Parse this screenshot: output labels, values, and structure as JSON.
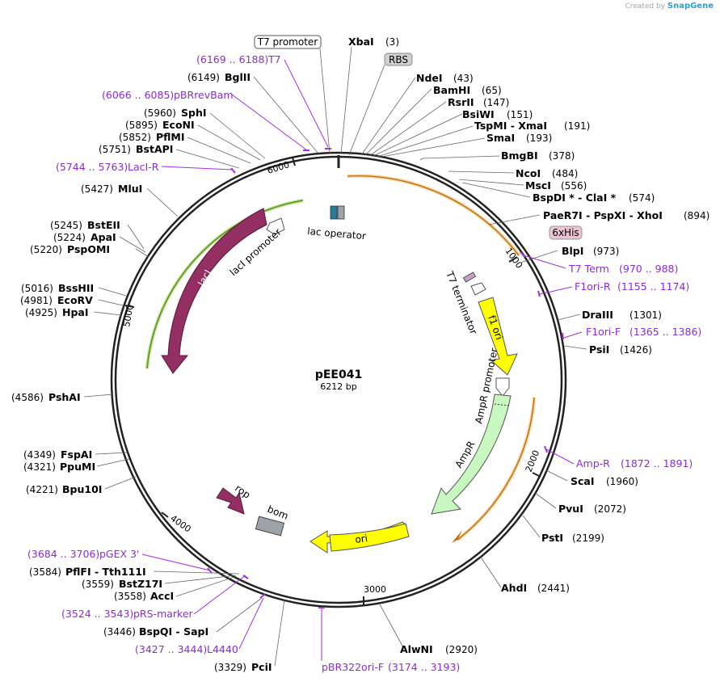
{
  "credit": {
    "prefix": "Created by",
    "brand": "SnapGene"
  },
  "plasmid": {
    "name": "pEE041",
    "size_label": "6212 bp",
    "length": 6212
  },
  "ticks": [
    "1000",
    "2000",
    "3000",
    "4000",
    "5000",
    "6000"
  ],
  "colors": {
    "primer": "#8b2bd6",
    "orf_orange": "#f0a030",
    "orf_green": "#9ccc4a",
    "lacI": "#932f62",
    "ampr": "#c8f7c0",
    "ori": "#ffff00",
    "bom": "#9ea3a8",
    "badge_bg": "#d0d0d0",
    "his_bg": "#e8c4d4"
  },
  "sites": [
    {
      "name": "XbaI",
      "pos": "(3)"
    },
    {
      "name": "NdeI",
      "pos": "(43)"
    },
    {
      "name": "BamHI",
      "pos": "(65)"
    },
    {
      "name": "RsrII",
      "pos": "(147)"
    },
    {
      "name": "BsiWI",
      "pos": "(151)"
    },
    {
      "name": "TspMI - XmaI",
      "pos": "(191)"
    },
    {
      "name": "SmaI",
      "pos": "(193)"
    },
    {
      "name": "BmgBI",
      "pos": "(378)"
    },
    {
      "name": "NcoI",
      "pos": "(484)"
    },
    {
      "name": "MscI",
      "pos": "(556)"
    },
    {
      "name": "BspDI * - ClaI *",
      "pos": "(574)"
    },
    {
      "name": "PaeR7I - PspXI - XhoI",
      "pos": "(894)"
    },
    {
      "name": "BlpI",
      "pos": "(973)"
    },
    {
      "name": "DraIII",
      "pos": "(1301)"
    },
    {
      "name": "PsiI",
      "pos": "(1426)"
    },
    {
      "name": "ScaI",
      "pos": "(1960)"
    },
    {
      "name": "PvuI",
      "pos": "(2072)"
    },
    {
      "name": "PstI",
      "pos": "(2199)"
    },
    {
      "name": "AhdI",
      "pos": "(2441)"
    },
    {
      "name": "AlwNI",
      "pos": "(2920)"
    },
    {
      "name": "PciI",
      "pos": "(3329)"
    },
    {
      "name": "BspQI - SapI",
      "pos": "(3446)"
    },
    {
      "name": "AccI",
      "pos": "(3558)"
    },
    {
      "name": "BstZ17I",
      "pos": "(3559)"
    },
    {
      "name": "PflFI - Tth111I",
      "pos": "(3584)"
    },
    {
      "name": "Bpu10I",
      "pos": "(4221)"
    },
    {
      "name": "PpuMI",
      "pos": "(4321)"
    },
    {
      "name": "FspAI",
      "pos": "(4349)"
    },
    {
      "name": "PshAI",
      "pos": "(4586)"
    },
    {
      "name": "HpaI",
      "pos": "(4925)"
    },
    {
      "name": "EcoRV",
      "pos": "(4981)"
    },
    {
      "name": "BssHII",
      "pos": "(5016)"
    },
    {
      "name": "PspOMI",
      "pos": "(5220)"
    },
    {
      "name": "ApaI",
      "pos": "(5224)"
    },
    {
      "name": "BstEII",
      "pos": "(5245)"
    },
    {
      "name": "MluI",
      "pos": "(5427)"
    },
    {
      "name": "BstAPI",
      "pos": "(5751)"
    },
    {
      "name": "PflMI",
      "pos": "(5852)"
    },
    {
      "name": "EcoNI",
      "pos": "(5895)"
    },
    {
      "name": "SphI",
      "pos": "(5960)"
    },
    {
      "name": "BglII",
      "pos": "(6149)"
    }
  ],
  "primers": [
    {
      "name": "T7",
      "range": "(6169 .. 6188)"
    },
    {
      "name": "pBRrevBam",
      "range": "(6066 .. 6085)"
    },
    {
      "name": "LacI-R",
      "range": "(5744 .. 5763)"
    },
    {
      "name": "T7 Term",
      "range": "(970 .. 988)"
    },
    {
      "name": "F1ori-R",
      "range": "(1155 .. 1174)"
    },
    {
      "name": "F1ori-F",
      "range": "(1365 .. 1386)"
    },
    {
      "name": "Amp-R",
      "range": "(1872 .. 1891)"
    },
    {
      "name": "pBR322ori-F",
      "range": "(3174 .. 3193)"
    },
    {
      "name": "L4440",
      "range": "(3427 .. 3444)"
    },
    {
      "name": "pRS-marker",
      "range": "(3524 .. 3543)"
    },
    {
      "name": "pGEX 3'",
      "range": "(3684 .. 3706)"
    }
  ],
  "badges": {
    "t7_promoter": "T7 promoter",
    "rbs": "RBS",
    "his": "6xHis"
  },
  "features": {
    "lac_operator": "lac operator",
    "laci_promoter": "lacI promoter",
    "laci": "lacI",
    "t7_terminator": "T7 terminator",
    "f1_ori": "f1 ori",
    "ampr_promoter": "AmpR promoter",
    "ampr": "AmpR",
    "ori": "ori",
    "rop": "rop",
    "bom": "bom"
  }
}
